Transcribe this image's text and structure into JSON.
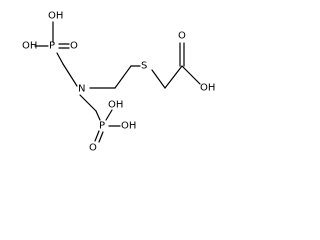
{
  "molecule": {
    "atom_labels": {
      "oh_top_left": "OH",
      "oh_top_right": "OH",
      "p_top": "P",
      "o_top": "O",
      "n": "N",
      "s": "S",
      "o_carboxyl": "O",
      "oh_carboxyl": "OH",
      "oh_bottom_top": "OH",
      "p_bottom": "P",
      "oh_bottom_right": "OH",
      "o_bottom": "O"
    },
    "colors": {
      "bond": "#000000",
      "text": "#000000",
      "background": "#ffffff"
    }
  }
}
